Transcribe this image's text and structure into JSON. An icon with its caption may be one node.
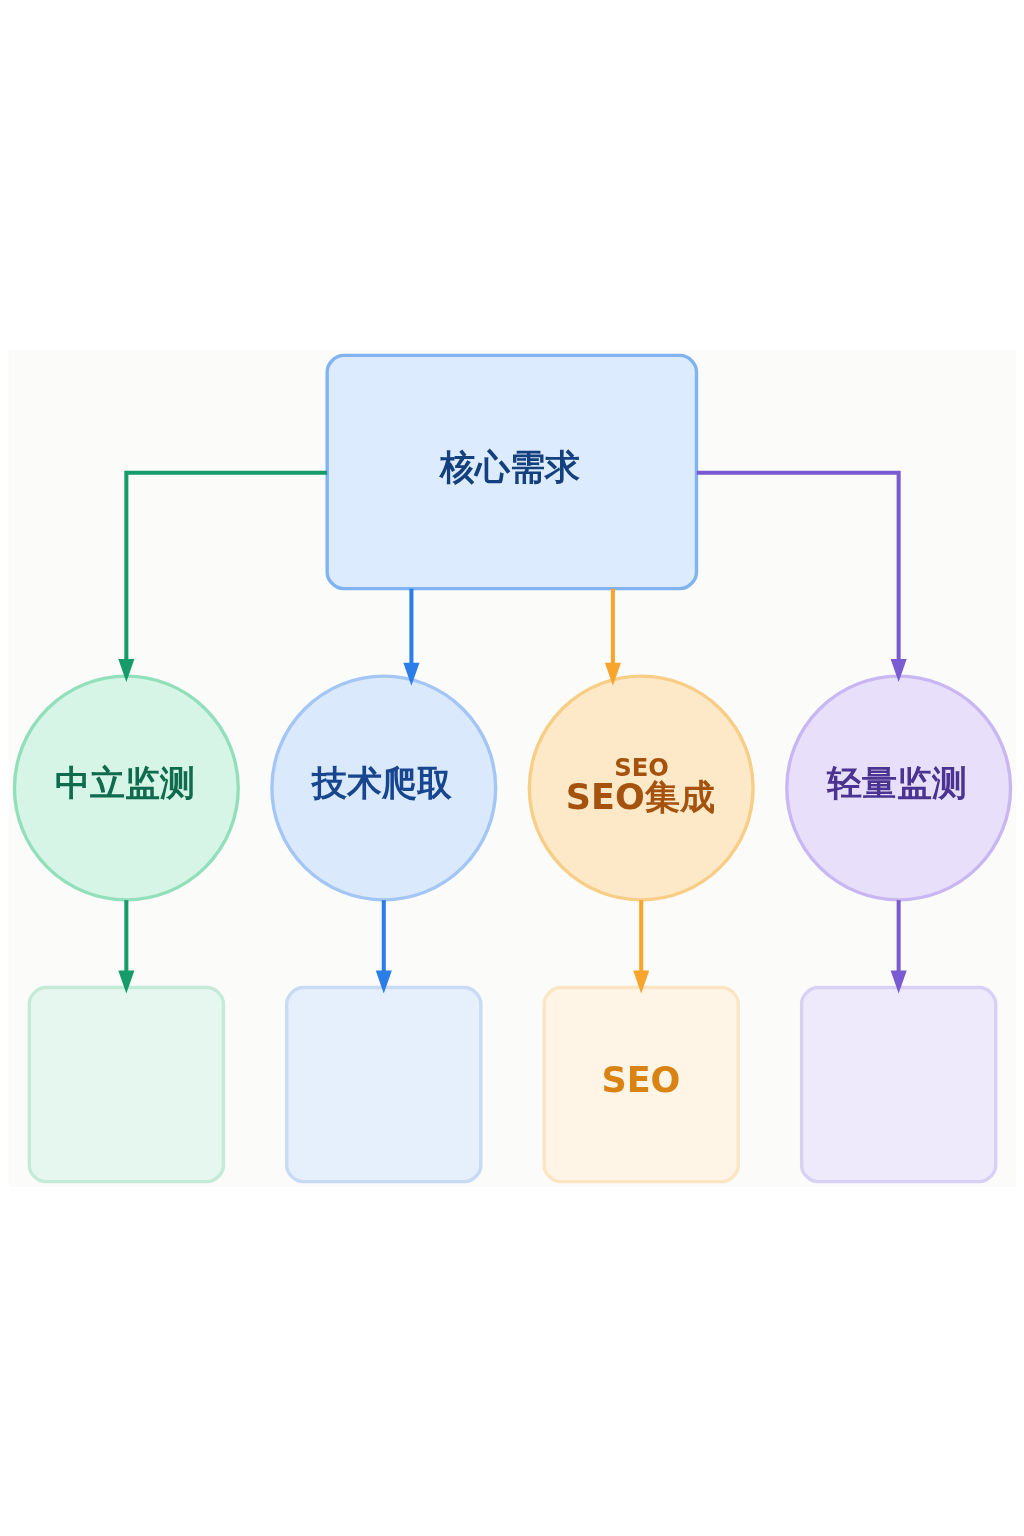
{
  "diagram": {
    "nodes": [
      {
        "text": [
          "核心需求"
        ]
      },
      {
        "text": [
          "中立监测"
        ]
      },
      {
        "text": [
          "技术爬取"
        ]
      },
      {
        "text": [
          "SEO",
          "SEO集成"
        ]
      },
      {
        "text": [
          "轻量监测"
        ]
      },
      {
        "text": [],
        "shape": "box"
      },
      {
        "text": [],
        "shape": "box"
      },
      {
        "text": [
          "SEO"
        ]
      },
      {
        "text": [],
        "shape": "box"
      }
    ],
    "edges": [
      {
        "from": 0,
        "to": 1,
        "arrow": "to",
        "color": "#169b6b"
      },
      {
        "from": 0,
        "to": 2,
        "arrow": "to",
        "color": "#2b7de9"
      },
      {
        "from": 0,
        "to": 3,
        "arrow": "to",
        "color": "#f7a52c"
      },
      {
        "from": 0,
        "to": 4,
        "arrow": "to",
        "color": "#7a5bd1"
      },
      {
        "from": 1,
        "to": 5,
        "arrow": "to",
        "color": "#169b6b"
      },
      {
        "from": 2,
        "to": 6,
        "arrow": "to",
        "color": "#2b7de9"
      },
      {
        "from": 3,
        "to": 7,
        "arrow": "to",
        "color": "#f7a52c"
      },
      {
        "from": 4,
        "to": 8,
        "arrow": "to",
        "color": "#7a5bd1"
      }
    ]
  }
}
